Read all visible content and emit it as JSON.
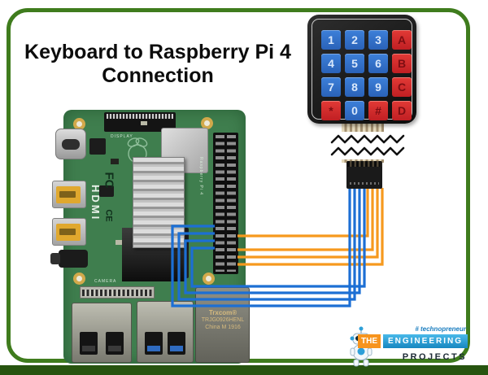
{
  "title": {
    "line1": "Keyboard to Raspberry Pi 4",
    "line2": "Connection"
  },
  "keypad": {
    "keys": [
      {
        "label": "1",
        "color": "blue"
      },
      {
        "label": "2",
        "color": "blue"
      },
      {
        "label": "3",
        "color": "blue"
      },
      {
        "label": "A",
        "color": "red"
      },
      {
        "label": "4",
        "color": "blue"
      },
      {
        "label": "5",
        "color": "blue"
      },
      {
        "label": "6",
        "color": "blue"
      },
      {
        "label": "B",
        "color": "red"
      },
      {
        "label": "7",
        "color": "blue"
      },
      {
        "label": "8",
        "color": "blue"
      },
      {
        "label": "9",
        "color": "blue"
      },
      {
        "label": "C",
        "color": "red"
      },
      {
        "label": "*",
        "color": "red"
      },
      {
        "label": "0",
        "color": "blue"
      },
      {
        "label": "#",
        "color": "red"
      },
      {
        "label": "D",
        "color": "red"
      }
    ],
    "key_blue_color": "#2e6cc4",
    "key_red_color": "#d8242a"
  },
  "board": {
    "labels": {
      "display": "DISPLAY",
      "camera": "CAMERA",
      "hdmi": "HDMI",
      "fcc": "FC",
      "ce": "CE",
      "silkscreen": "Raspberry Pi 4",
      "ethernet_line1": "Trxcom®",
      "ethernet_line2": "TRJG0926HENL",
      "ethernet_line3": "China M 1916"
    },
    "pcb_color": "#3f7e4e"
  },
  "wires": {
    "blue_color": "#1c6fd4",
    "orange_color": "#f6991e",
    "blue_count": 4,
    "orange_count": 4
  },
  "frame": {
    "border_color": "#3f7c1d",
    "bar_color": "#27540f"
  },
  "brand": {
    "tagline": "# technopreneur",
    "word1": "THE",
    "word2": "ENGINEERING",
    "word3": "PROJECTS"
  }
}
